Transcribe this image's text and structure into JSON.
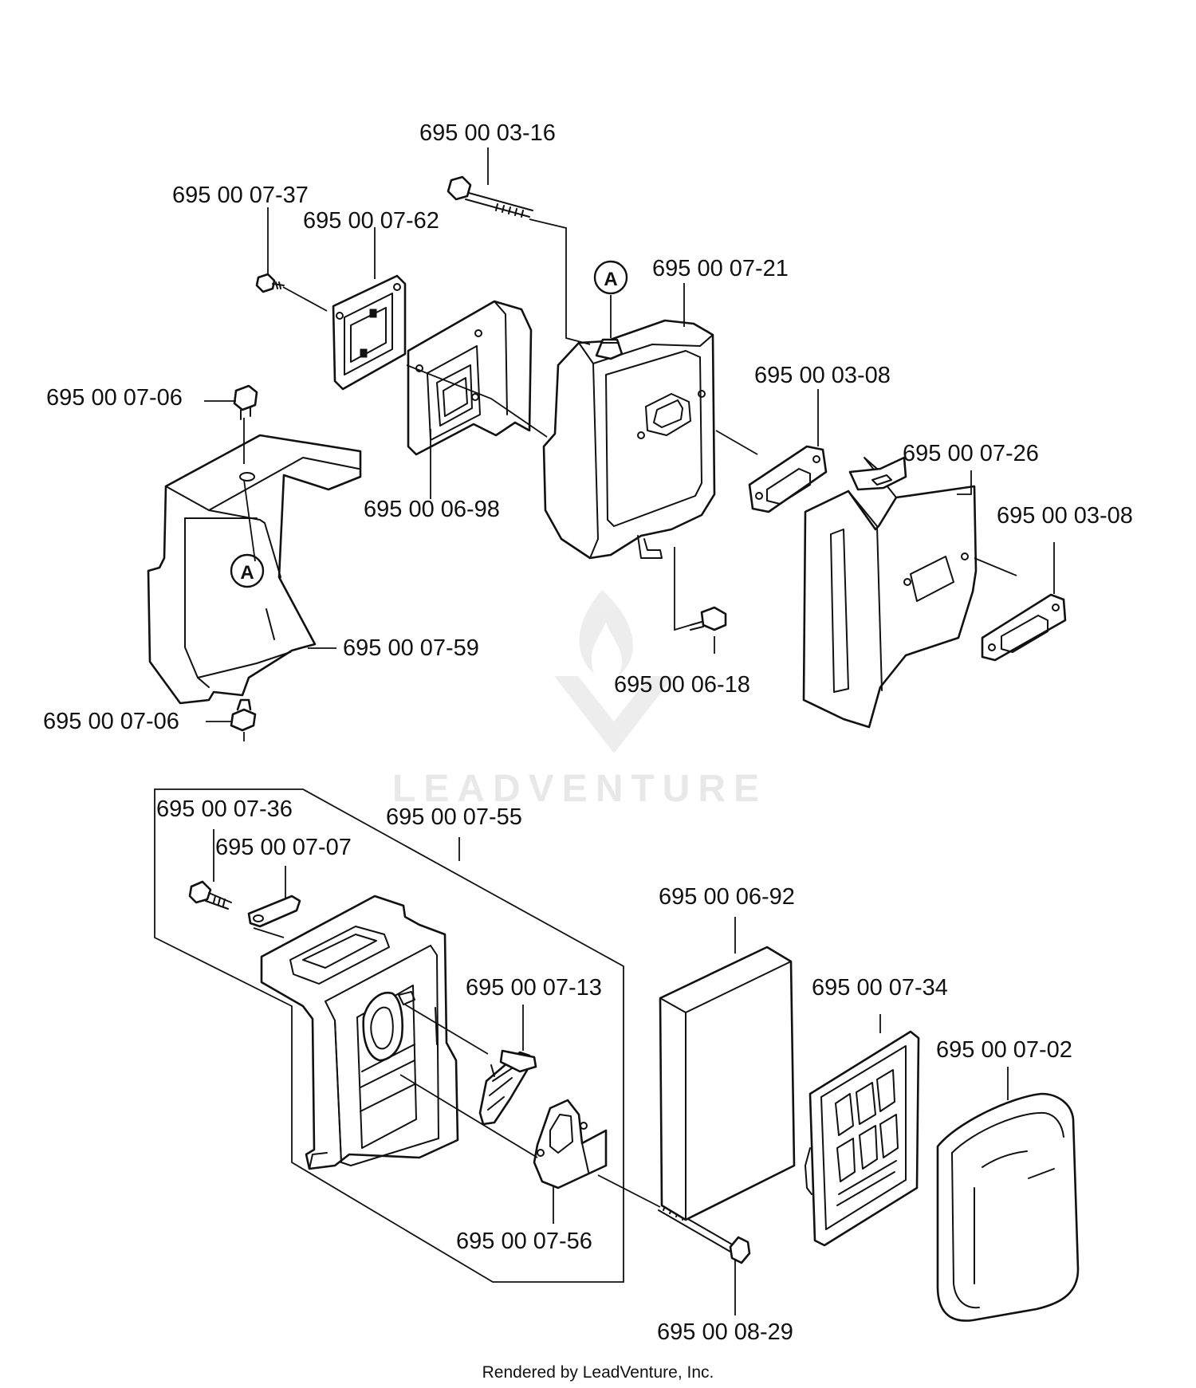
{
  "diagram": {
    "labels": {
      "screw_top": "695 00 03-16",
      "screw_left": "695 00 07-37",
      "gasket_plate": "695 00 07-62",
      "muffler": "695 00 07-21",
      "gasket_right": "695 00 03-08",
      "bolt_upper": "695 00 07-06",
      "shield_gasket": "695 00 06-98",
      "cover_plate": "695 00 07-26",
      "gasket_far_right": "695 00 03-08",
      "heat_shield": "695 00 07-59",
      "screw_small": "695 00 06-18",
      "bolt_lower": "695 00 07-06",
      "airbox_screw": "695 00 07-36",
      "airbox_assembly": "695 00 07-55",
      "clip": "695 00 07-07",
      "filter_element": "695 00 06-92",
      "choke_lever": "695 00 07-13",
      "filter_holder": "695 00 07-34",
      "filter_cover": "695 00 07-02",
      "bracket": "695 00 07-56",
      "long_bolt": "695 00 08-29"
    },
    "callout_letter": "A"
  },
  "watermark": "LEADVENTURE",
  "footer": "Rendered by LeadVenture, Inc."
}
